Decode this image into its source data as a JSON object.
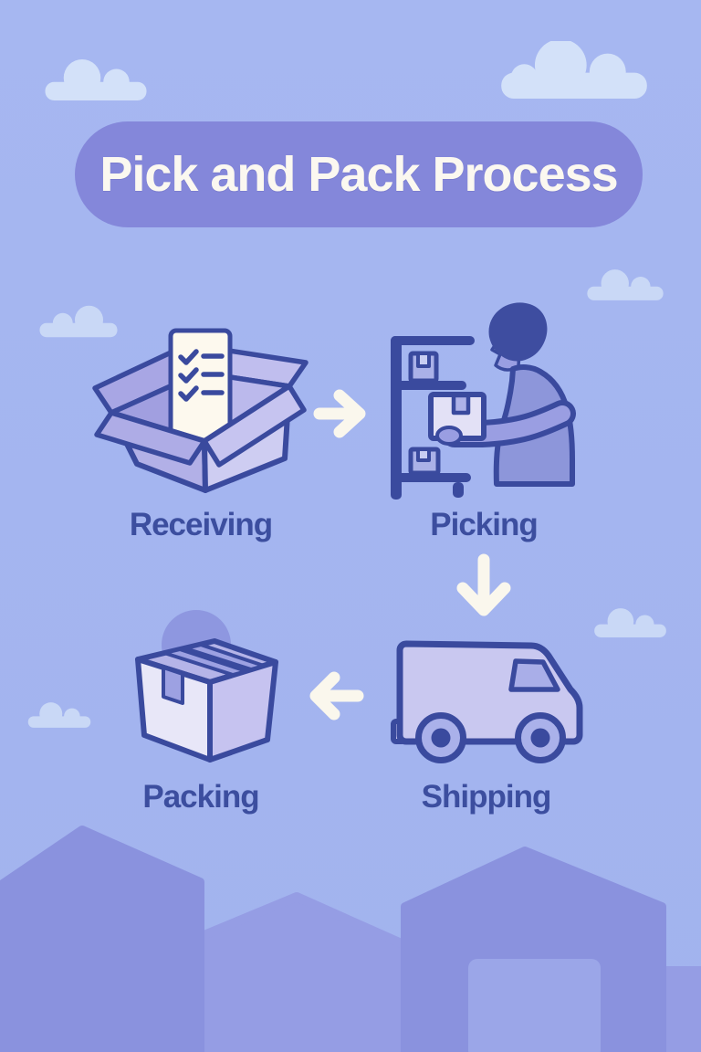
{
  "title": "Pick and Pack Process",
  "steps": [
    {
      "id": "receiving",
      "label": "Receiving",
      "icon": "open-box-with-checklist"
    },
    {
      "id": "picking",
      "label": "Picking",
      "icon": "worker-picking-box-from-shelf"
    },
    {
      "id": "shipping",
      "label": "Shipping",
      "icon": "delivery-truck"
    },
    {
      "id": "packing",
      "label": "Packing",
      "icon": "sealed-cardboard-box"
    }
  ],
  "arrows": [
    {
      "from": "Receiving",
      "to": "Picking",
      "direction": "right"
    },
    {
      "from": "Picking",
      "to": "Shipping",
      "direction": "down"
    },
    {
      "from": "Shipping",
      "to": "Packing",
      "direction": "left"
    }
  ],
  "colors": {
    "background": "#a6b7f1",
    "background_bottom": "#a2b3ee",
    "banner": "#8487da",
    "banner_text": "#fbf8f0",
    "label": "#3c4e9f",
    "outline": "#3a4a9e",
    "arrow": "#faf7ed",
    "cloud": "#d3e1f9",
    "cloud_soft": "#c9d8f6",
    "skyline_front": "#8a92de",
    "skyline_back": "#959de4",
    "door": "#9ba6e8",
    "accent_circle": "#8e97e0",
    "paper": "#fdf9ee",
    "box_top": "#b5b4e8",
    "box_left_light": "#e8e7f8",
    "box_right": "#c6c3f0",
    "tape": "#9da1e2",
    "open_box_left": "#b2b0e7",
    "open_box_right": "#cecdf2",
    "open_box_inner_left": "#a19fe0",
    "open_box_inner_right": "#bbb9ec",
    "flap_back_left": "#a8a6e4",
    "flap_back_right": "#c0beee",
    "flap_front_left": "#aeace6",
    "flap_front_right": "#c6c4f0",
    "truck_body": "#c9c8f0",
    "truck_window": "#a9aee8",
    "wheel": "#aab1ea",
    "skin": "#9a9ee2",
    "hair": "#3e4da0",
    "shirt": "#8d96da",
    "shelf_box": "#aab1e8",
    "shelf_box_notch": "#c9cef2",
    "held_box": "#e3e1f6",
    "held_box_notch": "#aeb2e8"
  }
}
